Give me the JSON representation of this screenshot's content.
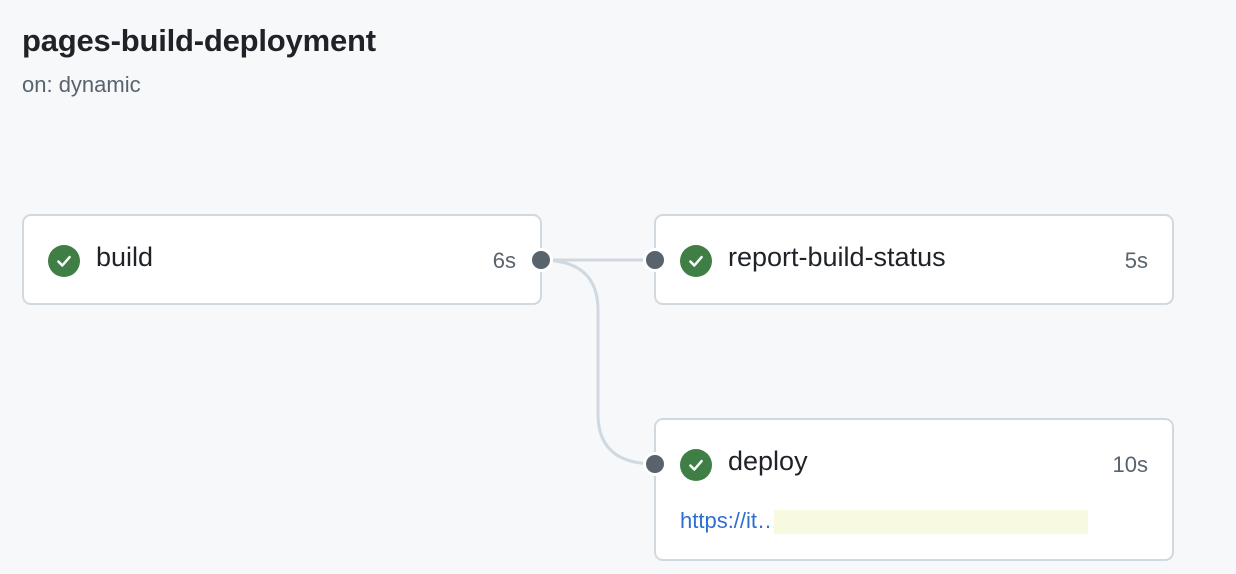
{
  "workflow": {
    "title": "pages-build-deployment",
    "trigger": "on: dynamic"
  },
  "jobs": [
    {
      "name": "build",
      "duration": "6s",
      "status": "success"
    },
    {
      "name": "report-build-status",
      "duration": "5s",
      "status": "success"
    },
    {
      "name": "deploy",
      "duration": "10s",
      "status": "success",
      "link": "https://it…"
    }
  ],
  "colors": {
    "success": "#3f7e44",
    "link": "#2f6fd0",
    "connector": "#d1d9e0",
    "port": "#59636e",
    "redaction": "#f7f9e1"
  },
  "icons": {
    "status": "check-circle-icon"
  }
}
